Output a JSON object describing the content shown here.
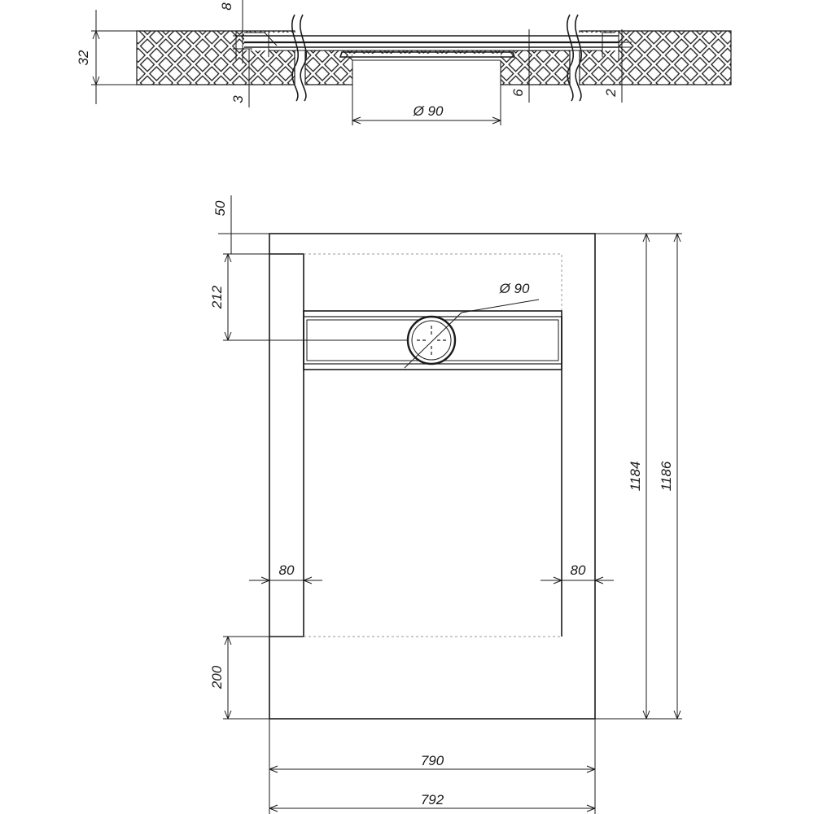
{
  "section": {
    "dims": {
      "thickness": "32",
      "top_offset": "8",
      "bottom_offset": "3",
      "drain_step": "6",
      "edge_step": "2",
      "drain_diameter": "Ø 90"
    }
  },
  "plan": {
    "dims": {
      "top_margin": "50",
      "drain_offset": "212",
      "drain_diameter": "Ø 90",
      "left_margin": "80",
      "right_margin": "80",
      "bottom_margin": "200",
      "inner_width": "790",
      "outer_width": "792",
      "inner_length": "1184",
      "outer_length": "1186"
    }
  },
  "colors": {
    "line": "#1a1a1a",
    "hatch": "#1a1a1a",
    "dashed": "#9a9a9a",
    "background": "#ffffff"
  }
}
